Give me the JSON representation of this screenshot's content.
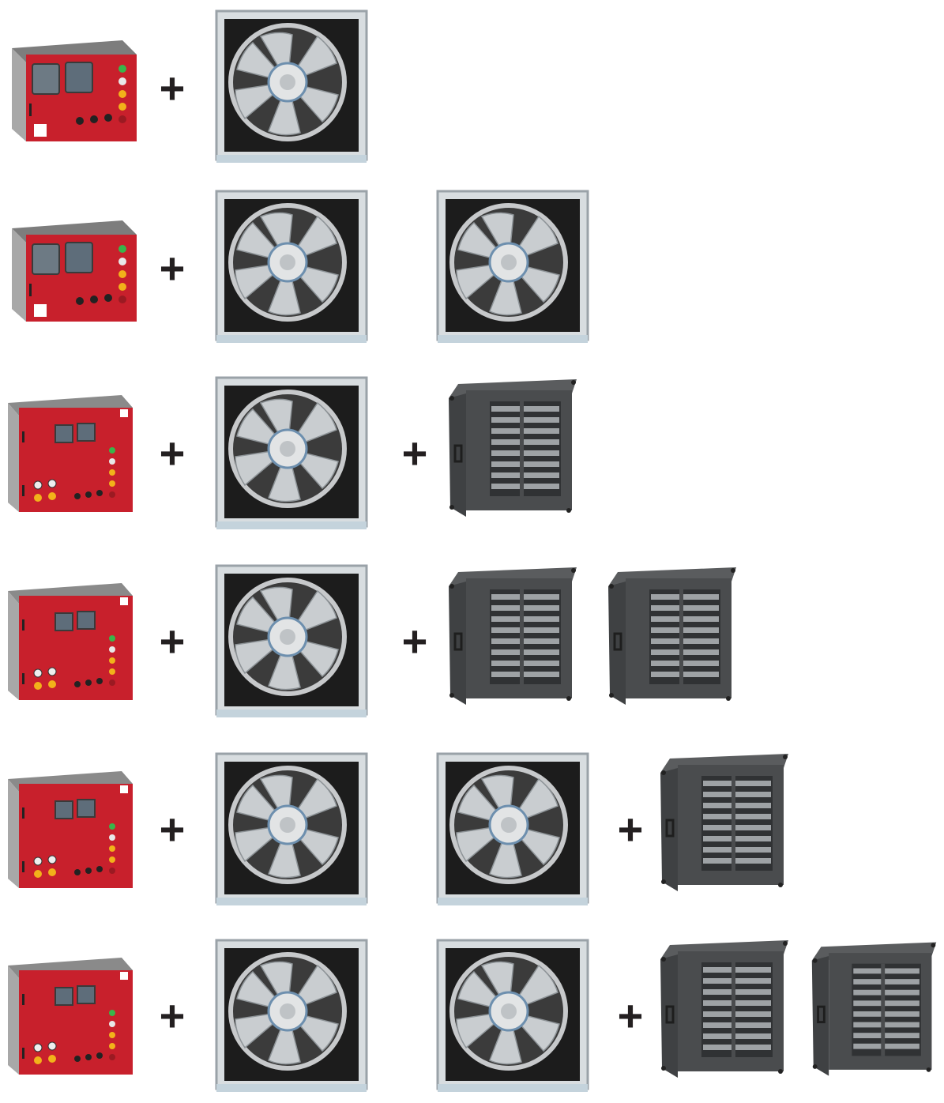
{
  "rows": [
    {
      "id": "row-1",
      "panel": "panel-a",
      "fans": 1,
      "dampers": 0,
      "plus_signs": [
        "+"
      ]
    },
    {
      "id": "row-2",
      "panel": "panel-a",
      "fans": 2,
      "dampers": 0,
      "plus_signs": [
        "+"
      ]
    },
    {
      "id": "row-3",
      "panel": "panel-b",
      "fans": 1,
      "dampers": 1,
      "plus_signs": [
        "+",
        "+"
      ]
    },
    {
      "id": "row-4",
      "panel": "panel-b",
      "fans": 1,
      "dampers": 2,
      "plus_signs": [
        "+",
        "+"
      ]
    },
    {
      "id": "row-5",
      "panel": "panel-b",
      "fans": 2,
      "dampers": 1,
      "plus_signs": [
        "+",
        "+"
      ]
    },
    {
      "id": "row-6",
      "panel": "panel-b",
      "fans": 2,
      "dampers": 2,
      "plus_signs": [
        "+",
        "+"
      ]
    }
  ],
  "icons": {
    "panel": "control-panel-icon",
    "fan": "axial-fan-icon",
    "damper": "damper-icon"
  },
  "colors": {
    "panel_red": "#c8202c",
    "panel_grey": "#8f8f8f",
    "fan_frame": "#d8dde0",
    "damper_dark": "#4a4c4e",
    "plus": "#231f20"
  }
}
